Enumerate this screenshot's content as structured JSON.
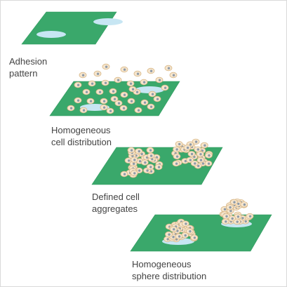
{
  "colors": {
    "plate": "#3aa86b",
    "plate_edge": "#2f9a5e",
    "adhesion_spot": "#c7e6f3",
    "cell_fill": "#f6e5cc",
    "cell_edge": "#d9b98a",
    "nucleus": "#8e9aa8"
  },
  "steps": [
    {
      "line1": "Adhesion",
      "line2": "pattern"
    },
    {
      "line1": "Homogeneous",
      "line2": "cell distribution"
    },
    {
      "line1": "Defined cell",
      "line2": "aggregates"
    },
    {
      "line1": "Homogeneous",
      "line2": "sphere distribution"
    }
  ]
}
